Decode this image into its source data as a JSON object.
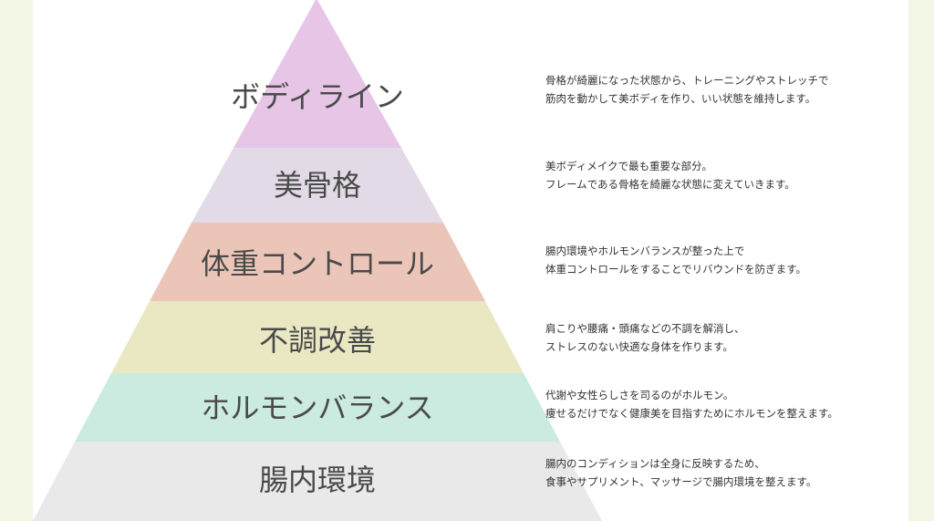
{
  "colors": {
    "background": "#f2f6e4",
    "panel": "#ffffff",
    "text": "#333333"
  },
  "tiers": [
    {
      "label": "ボディライン",
      "color": "#e6c5e6",
      "description": [
        "骨格が綺麗になった状態から、トレーニングやストレッチで",
        "筋肉を動かして美ボディを作り、いい状態を維持します。"
      ]
    },
    {
      "label": "美骨格",
      "color": "#e2dae6",
      "description": [
        "美ボディメイクで最も重要な部分。",
        "フレームである骨格を綺麗な状態に変えていきます。"
      ]
    },
    {
      "label": "体重コントロール",
      "color": "#ecc5b9",
      "description": [
        "腸内環境やホルモンバランスが整った上で",
        "体重コントロールをすることでリバウンドを防ぎます。"
      ]
    },
    {
      "label": "不調改善",
      "color": "#e9e8c3",
      "description": [
        "肩こりや腰痛・頭痛などの不調を解消し、",
        "ストレスのない快適な身体を作ります。"
      ]
    },
    {
      "label": "ホルモンバランス",
      "color": "#cbebe0",
      "description": [
        "代謝や女性らしさを司るのがホルモン。",
        "痩せるだけでなく健康美を目指すためにホルモンを整えます。"
      ]
    },
    {
      "label": "腸内環境",
      "color": "#e9e9e9",
      "description": [
        "腸内のコンディションは全身に反映するため、",
        "食事やサプリメント、マッサージで腸内環境を整えます。"
      ]
    }
  ]
}
